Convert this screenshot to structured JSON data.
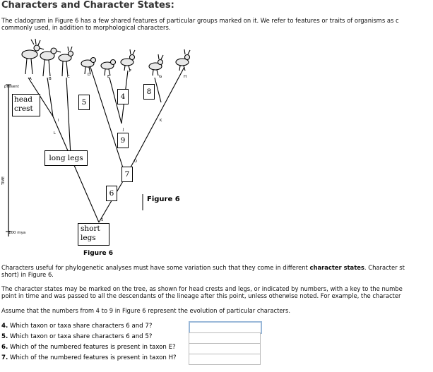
{
  "title": "Characters and Character States:",
  "intro": {
    "line1": "The cladogram in Figure 6 has a few shared features of particular groups marked on it. We refer to features or traits of organisms as c",
    "line2": "commonly used, in addition to morphological characters."
  },
  "figure": {
    "caption_bottom": "Figure 6",
    "caption_side": "Figure 6",
    "present_label": "present",
    "mya_label": "100 mya",
    "time_label": "TIME",
    "taxa": [
      "A",
      "B",
      "C",
      "D",
      "E",
      "F",
      "G",
      "H"
    ],
    "nodes": [
      "L",
      "I",
      "S",
      "J",
      "O",
      "K"
    ],
    "boxes": {
      "head_crest": [
        "head",
        "crest"
      ],
      "long_legs": "long legs",
      "short_legs": [
        "short",
        "legs"
      ],
      "n4": "4",
      "n5": "5",
      "n6": "6",
      "n7": "7",
      "n8": "8",
      "n9": "9"
    }
  },
  "body": {
    "p1a": "Characters useful for phylogenetic analyses must have some variation such that they come in different ",
    "p1b": "character states",
    "p1c": ". Character st",
    "p1d": "short) in Figure 6.",
    "p2a": "The character states may be marked on the tree, as shown for head crests and legs, or indicated by numbers, with a key to the numbe",
    "p2b": "point in time and was passed to all the descendants of the lineage after this point, unless otherwise noted. For example, the character",
    "p3": "Assume that the numbers from 4 to 9 in Figure 6 represent the evolution of particular characters."
  },
  "questions": [
    {
      "num": "4.",
      "text": "Which taxon or taxa share characters 6 and 7?",
      "value": ""
    },
    {
      "num": "5.",
      "text": "Which taxon or taxa share characters 6 and 5?",
      "value": ""
    },
    {
      "num": "6.",
      "text": "Which of the numbered features is present in taxon E?",
      "value": ""
    },
    {
      "num": "7.",
      "text": "Which of the numbered features is present in taxon H?",
      "value": ""
    }
  ]
}
